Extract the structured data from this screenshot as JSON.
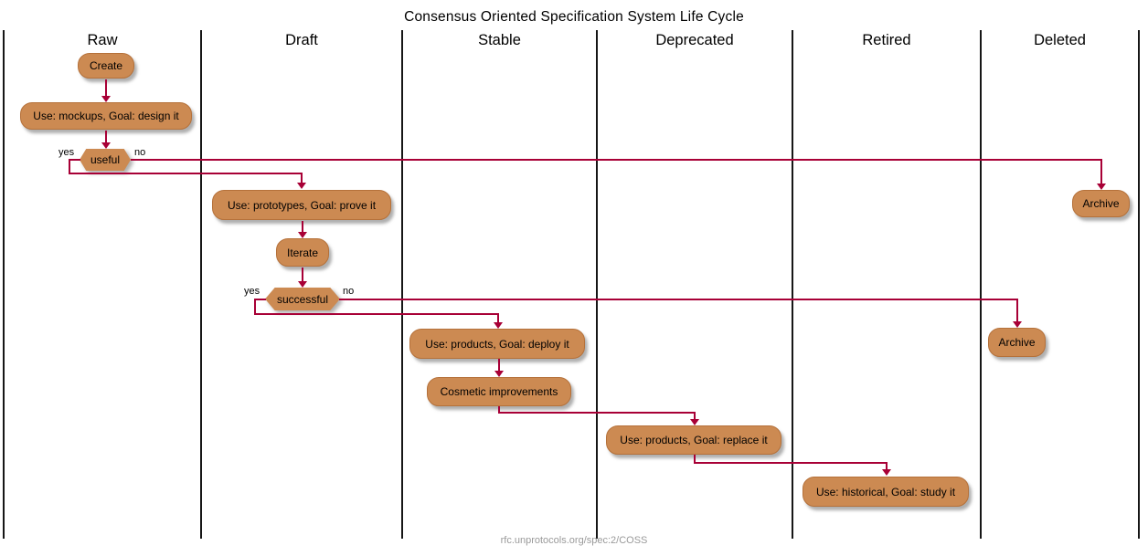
{
  "diagram": {
    "title": "Consensus Oriented Specification System Life Cycle",
    "footer": "rfc.unprotocols.org/spec:2/COSS"
  },
  "lanes": [
    {
      "label": "Raw"
    },
    {
      "label": "Draft"
    },
    {
      "label": "Stable"
    },
    {
      "label": "Deprecated"
    },
    {
      "label": "Retired"
    },
    {
      "label": "Deleted"
    }
  ],
  "nodes": {
    "create": {
      "label": "Create"
    },
    "mockups": {
      "label": "Use: mockups, Goal: design it"
    },
    "useful": {
      "label": "useful",
      "yes": "yes",
      "no": "no"
    },
    "prototypes": {
      "label": "Use: prototypes, Goal: prove it"
    },
    "iterate": {
      "label": "Iterate"
    },
    "successful": {
      "label": "successful",
      "yes": "yes",
      "no": "no"
    },
    "deploy": {
      "label": "Use: products, Goal: deploy it"
    },
    "cosmetic": {
      "label": "Cosmetic improvements"
    },
    "replace": {
      "label": "Use: products, Goal: replace it"
    },
    "historical": {
      "label": "Use: historical, Goal: study it"
    },
    "archive_from_useful": {
      "label": "Archive"
    },
    "archive_from_successful": {
      "label": "Archive"
    }
  },
  "colors": {
    "node_fill": "#CC8A52",
    "arrow": "#A80036",
    "lane_line": "#161616",
    "footer_text": "#9A9A9A"
  }
}
